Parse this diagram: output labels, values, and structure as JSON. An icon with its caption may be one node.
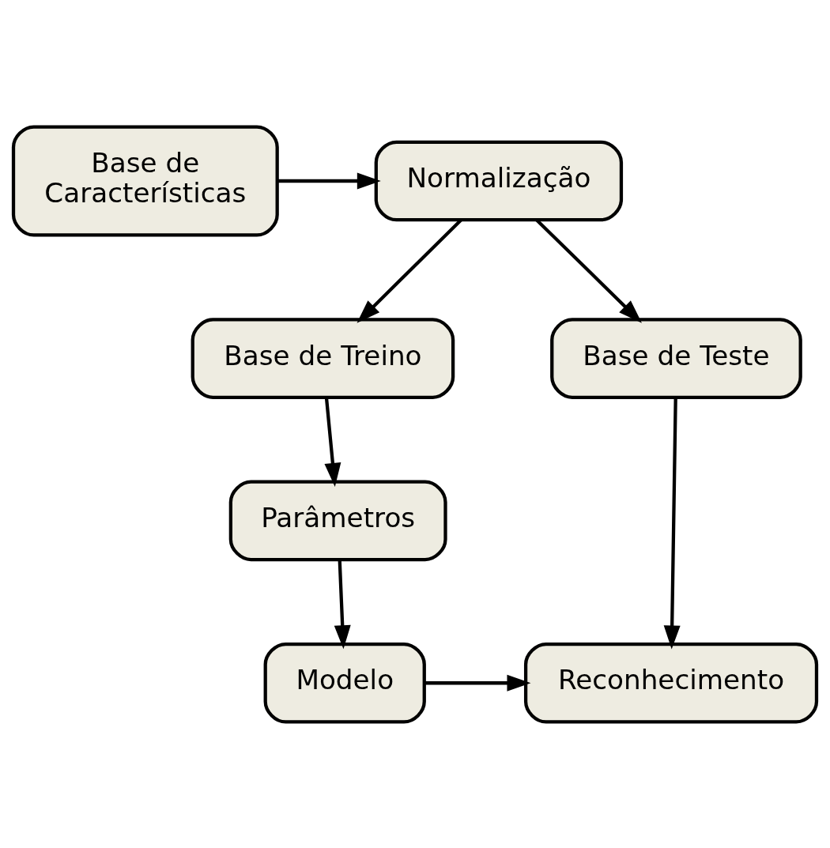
{
  "diagram": {
    "nodes": [
      {
        "text": [
          "Base de Características"
        ]
      },
      {
        "text": [
          "Normalização"
        ]
      },
      {
        "text": [
          "Base de Treino"
        ]
      },
      {
        "text": [
          "Base de Teste"
        ]
      },
      {
        "text": [
          "Parâmetros"
        ]
      },
      {
        "text": [
          "Modelo"
        ]
      },
      {
        "text": [
          "Reconhecimento"
        ]
      }
    ],
    "edges": [
      {
        "from": 0,
        "to": 1,
        "arrow": "to"
      },
      {
        "from": 1,
        "to": 2,
        "arrow": "to"
      },
      {
        "from": 1,
        "to": 3,
        "arrow": "to"
      },
      {
        "from": 2,
        "to": 4,
        "arrow": "to"
      },
      {
        "from": 4,
        "to": 5,
        "arrow": "to"
      },
      {
        "from": 3,
        "to": 6,
        "arrow": "to"
      },
      {
        "from": 5,
        "to": 6,
        "arrow": "to"
      }
    ]
  }
}
